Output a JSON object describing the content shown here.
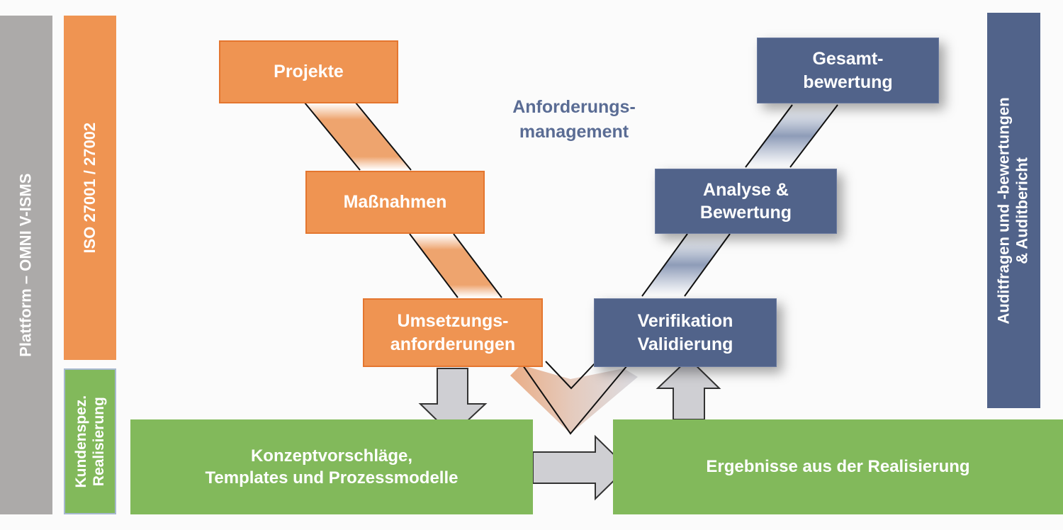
{
  "left_bars": {
    "platform": "Plattform – OMNI V-ISMS",
    "iso": "ISO 27001 / 27002",
    "customer": [
      "Kundenspez.",
      "Realisierung"
    ]
  },
  "left_branch": {
    "projects": "Projekte",
    "measures": "Maßnahmen",
    "implementation": [
      "Umsetzungs-",
      "anforderungen"
    ]
  },
  "center_label": [
    "Anforderungs-",
    "management"
  ],
  "right_branch": {
    "overall": [
      "Gesamt-",
      "bewertung"
    ],
    "analysis": [
      "Analyse &",
      "Bewertung"
    ],
    "verification": [
      "Verifikation",
      "Validierung"
    ]
  },
  "right_bar": [
    "Auditfragen und -bewertungen",
    "& Auditbericht"
  ],
  "bottom": {
    "concepts": [
      "Konzeptvorschläge,",
      "Templates und Prozessmodelle"
    ],
    "results": "Ergebnisse aus der Realisierung"
  },
  "colors": {
    "orange": "#ef9452",
    "navy": "#51638a",
    "green": "#82b95b",
    "gray": "#acaaa9"
  }
}
